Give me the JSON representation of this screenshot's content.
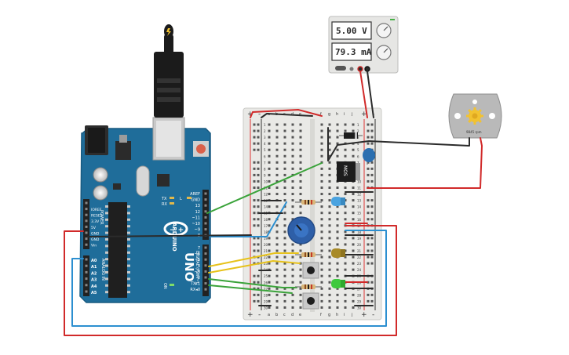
{
  "power_supply": {
    "voltage_display": "5.00 V",
    "current_display": "79.3 mA"
  },
  "motor": {
    "rating_label": "9845 rpm"
  },
  "arduino": {
    "board_name": "UNO",
    "brand_label": "ARDUINO",
    "digital_header_label": "DIGITAL (PWM~)",
    "analog_header_label": "ANALOG IN",
    "power_header_label": "POWER",
    "on_led_label": "ON",
    "tx_label": "TX",
    "rx_label": "RX",
    "l_label": "L",
    "digital_pins": [
      "AREF",
      "GND",
      "13",
      "12",
      "~11",
      "~10",
      "~9",
      "8",
      "7",
      "~6",
      "~5",
      "4",
      "~3",
      "2",
      "TX▸1",
      "RX◂0"
    ],
    "power_pins": [
      "IOREF",
      "RESET",
      "3.3V",
      "5V",
      "GND",
      "GND",
      "Vin"
    ],
    "analog_pins": [
      "A0",
      "A1",
      "A2",
      "A3",
      "A4",
      "A5"
    ]
  },
  "breadboard": {
    "column_letters_left": [
      "a",
      "b",
      "c",
      "d",
      "e"
    ],
    "column_letters_right": [
      "f",
      "g",
      "h",
      "i",
      "j"
    ],
    "row_numbers": [
      "1",
      "2",
      "3",
      "4",
      "5",
      "6",
      "7",
      "8",
      "9",
      "10",
      "11",
      "12",
      "13",
      "14",
      "15",
      "16",
      "17",
      "18",
      "19",
      "20",
      "21",
      "22",
      "23",
      "24",
      "25",
      "26",
      "27",
      "28",
      "29",
      "30"
    ],
    "rail_plus": "+",
    "rail_minus": "-"
  },
  "mosfet": {
    "label": "MOS"
  },
  "colors": {
    "arduino_board": "#1f6d9a",
    "wire_red": "#d12a2a",
    "wire_black": "#2b2b2b",
    "wire_green": "#3aa33a",
    "wire_blue": "#2c8fd0",
    "wire_yellow": "#e7c21a",
    "led_blue": "#4aa3e0",
    "led_yellow": "#a88a28",
    "led_green": "#3ec93e",
    "capacitor": "#2b6fb0",
    "potentiometer": "#2e5fa8",
    "motor_gear": "#f2c230"
  }
}
